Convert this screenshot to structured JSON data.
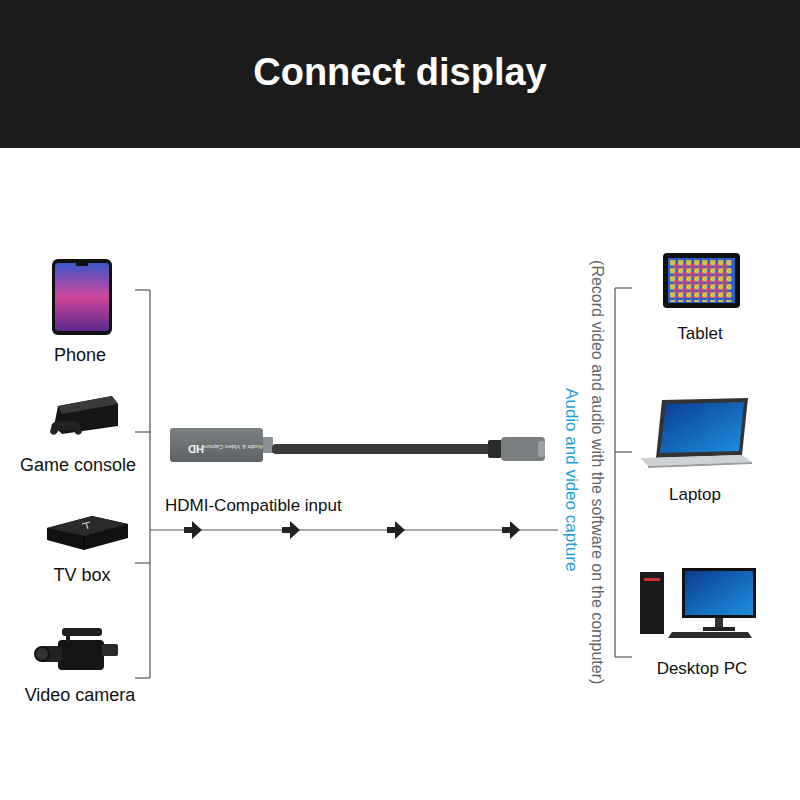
{
  "diagram": {
    "title": "Connect display",
    "labels": [
      "Phone",
      "Game console",
      "TV box",
      "Video camera",
      "HDMI-Compatible input",
      "Audio and video capture",
      "(Record video and audio with the software on the computer)",
      "Tablet",
      "Laptop",
      "Desktop PC",
      "HD",
      "Audio & Video Capture"
    ]
  }
}
